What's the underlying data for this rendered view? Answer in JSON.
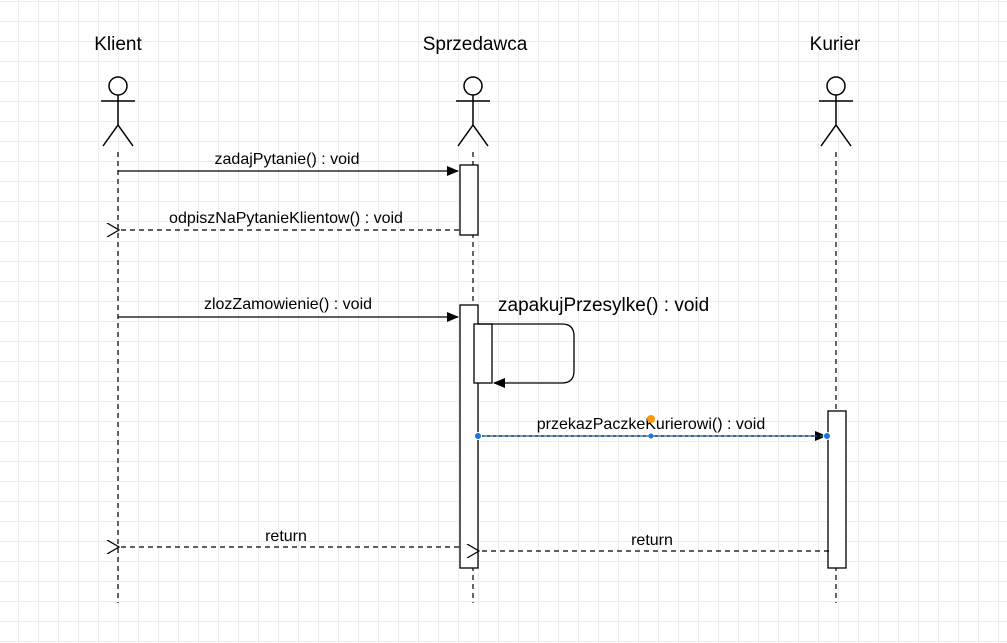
{
  "diagram": {
    "participants": [
      {
        "id": "klient",
        "label": "Klient"
      },
      {
        "id": "sprzedawca",
        "label": "Sprzedawca"
      },
      {
        "id": "kurier",
        "label": "Kurier"
      }
    ],
    "messages": [
      {
        "id": "m1",
        "from": "Klient",
        "to": "Sprzedawca",
        "label": "zadajPytanie() : void",
        "kind": "sync"
      },
      {
        "id": "m2",
        "from": "Sprzedawca",
        "to": "Klient",
        "label": "odpiszNaPytanieKlientow() : void",
        "kind": "return"
      },
      {
        "id": "m3",
        "from": "Klient",
        "to": "Sprzedawca",
        "label": "zlozZamowienie() : void",
        "kind": "sync"
      },
      {
        "id": "m4",
        "from": "Sprzedawca",
        "to": "Sprzedawca",
        "label": "zapakujPrzesylke() : void",
        "kind": "self"
      },
      {
        "id": "m5",
        "from": "Sprzedawca",
        "to": "Kurier",
        "label": "przekazPaczkeKurierowi() : void",
        "kind": "sync",
        "selected": true
      },
      {
        "id": "m6",
        "from": "Sprzedawca",
        "to": "Klient",
        "label": "return",
        "kind": "return"
      },
      {
        "id": "m7",
        "from": "Kurier",
        "to": "Sprzedawca",
        "label": "return",
        "kind": "return"
      }
    ],
    "colors": {
      "line": "#000000",
      "grid": "#ececec",
      "selection": "#1a73e8",
      "selection_handle": "#ff9800"
    }
  }
}
